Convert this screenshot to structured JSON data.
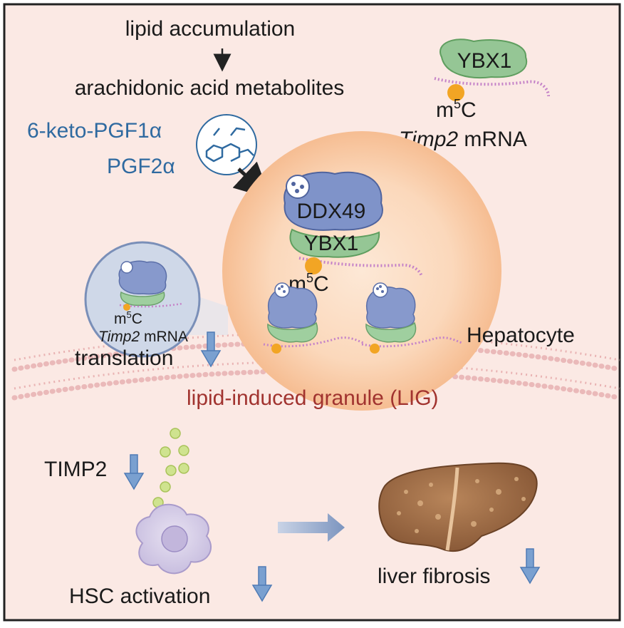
{
  "top": {
    "lipid_accumulation": "lipid accumulation",
    "arachidonic": "arachidonic acid metabolites",
    "keto": "6-keto-PGF1α",
    "pgf2a": "PGF2α"
  },
  "ybx1_top": {
    "protein": "YBX1",
    "m5c_m": "m",
    "m5c_sup": "5",
    "m5c_c": "C",
    "gene": "Timp2",
    "mrna": " mRNA"
  },
  "granule": {
    "ddx49": "DDX49",
    "ybx1": "YBX1",
    "m5c_m": "m",
    "m5c_sup": "5",
    "m5c_c": "C"
  },
  "inset": {
    "m5c_m": "m",
    "m5c_sup": "5",
    "m5c_c": "C",
    "gene": "Timp2",
    "mrna": " mRNA",
    "translation": "translation"
  },
  "cell": {
    "hepatocyte": "Hepatocyte",
    "lig": "lipid-induced granule (LIG)"
  },
  "bottom": {
    "timp2": "TIMP2",
    "hsc": "HSC activation",
    "fibrosis": "liver fibrosis"
  },
  "colors": {
    "background": "#fbe9e4",
    "granule": "#f8c9a4",
    "ddx49": "#7f93c9",
    "ybx1": "#95c695",
    "m5c_dot": "#f2a524",
    "mrna": "#c583c8",
    "down_arrow": "#6a92c8",
    "label_blue": "#2f6aa0",
    "label_red": "#a1332f"
  }
}
